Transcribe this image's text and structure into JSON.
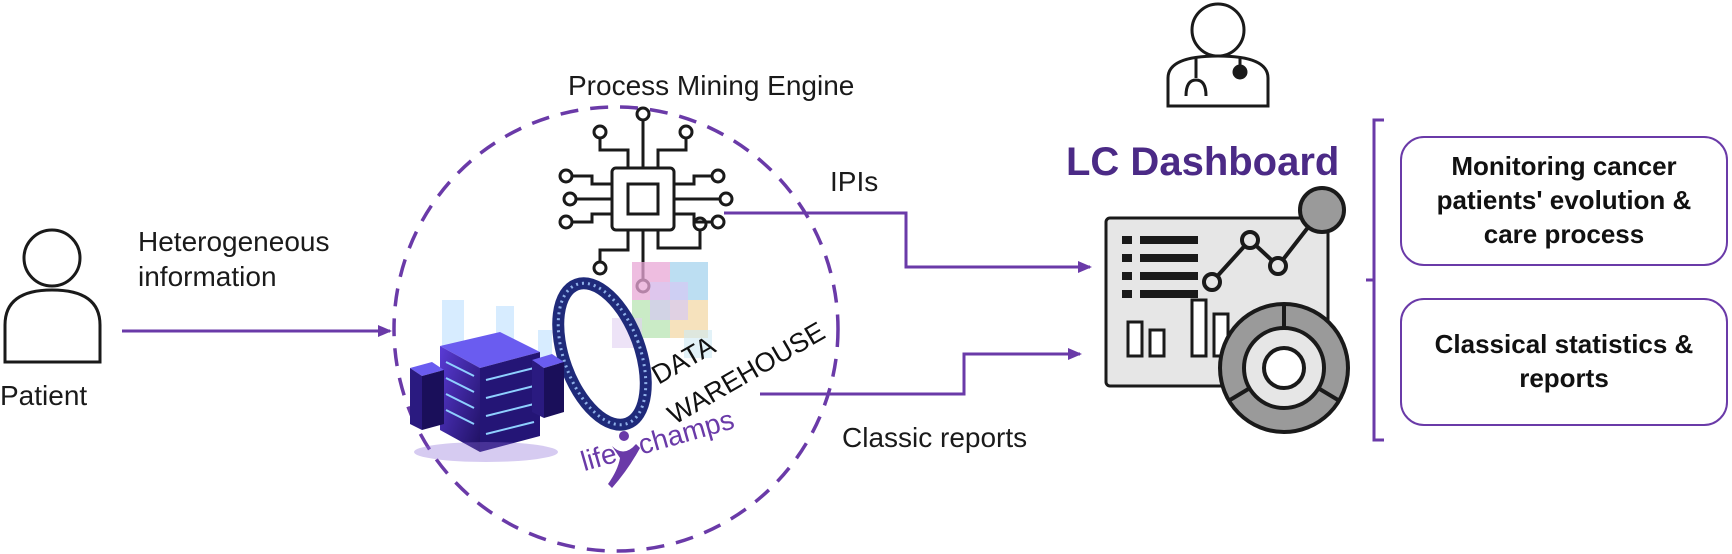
{
  "patient": {
    "label": "Patient"
  },
  "flows": {
    "input_label": "Heterogeneous information",
    "ipis_label": "IPIs",
    "reports_label": "Classic reports"
  },
  "engine": {
    "title": "Process Mining Engine",
    "data_warehouse_line1": "DATA",
    "data_warehouse_line2": "WAREHOUSE",
    "logo_part1": "life",
    "logo_part2": "champs"
  },
  "dashboard": {
    "title": "LC Dashboard",
    "outputs": [
      "Monitoring cancer patients' evolution & care process",
      "Classical statistics & reports"
    ]
  },
  "colors": {
    "accent": "#6a3aa8",
    "title": "#4b2a86",
    "icon_stroke": "#1a1a1a",
    "icon_gray": "#9a9a9a",
    "server": "#3a1f8c"
  }
}
